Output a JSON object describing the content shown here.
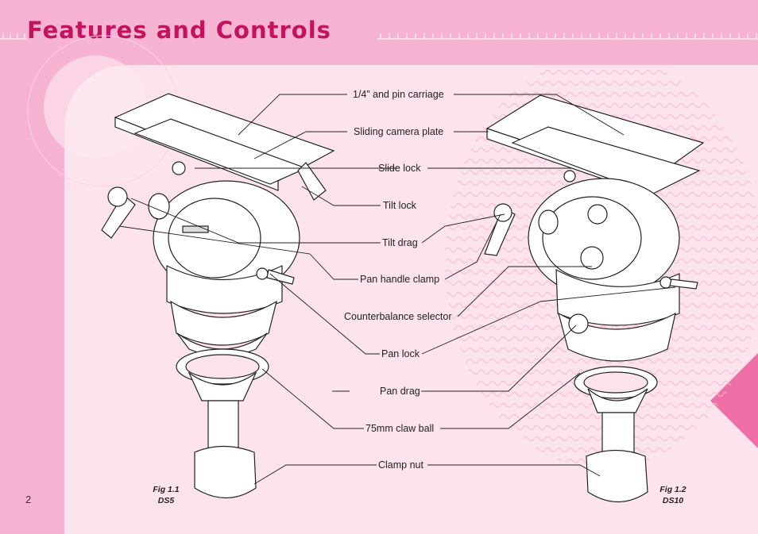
{
  "page": {
    "title": "Features and Controls",
    "page_number": "2"
  },
  "callouts": [
    {
      "label": "1/4” and pin carriage"
    },
    {
      "label": "Sliding camera plate"
    },
    {
      "label": "Slide lock"
    },
    {
      "label": "Tilt lock"
    },
    {
      "label": "Tilt drag"
    },
    {
      "label": "Pan handle clamp"
    },
    {
      "label": "Counterbalance selector"
    },
    {
      "label": "Pan lock"
    },
    {
      "label": "Pan drag"
    },
    {
      "label": "75mm claw ball"
    },
    {
      "label": "Clamp nut"
    }
  ],
  "figures": [
    {
      "caption": "Fig 1.1",
      "model": "DS5"
    },
    {
      "caption": "Fig 1.2",
      "model": "DS10"
    }
  ],
  "colors": {
    "background": "#f7b4d2",
    "panel": "#fce3ee",
    "title": "#c4135e",
    "accent_triangle": "#ee6fa6"
  }
}
